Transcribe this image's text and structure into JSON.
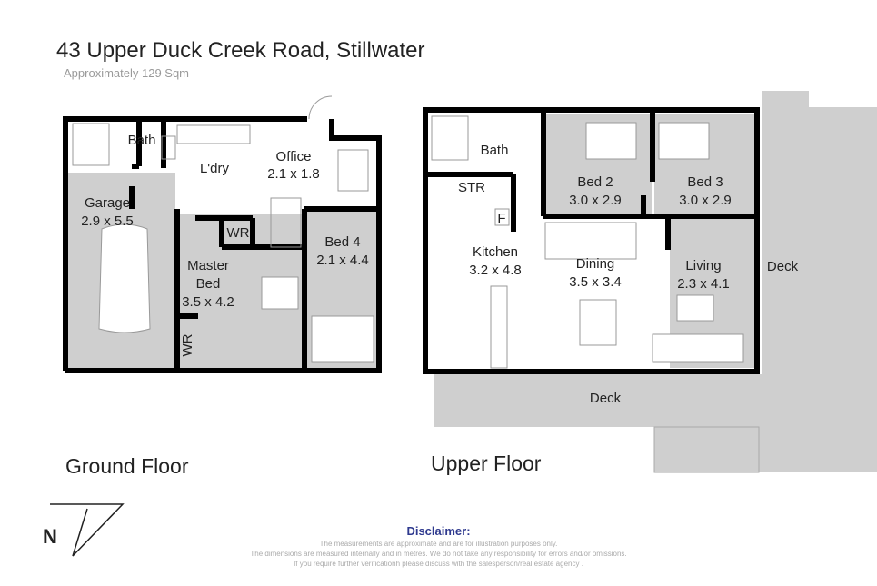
{
  "header": {
    "title": "43 Upper Duck Creek Road, Stillwater",
    "subtitle": "Approximately 129 Sqm"
  },
  "ground_floor": {
    "label": "Ground Floor",
    "rooms": {
      "bath": "Bath",
      "laundry": "L'dry",
      "office": "Office",
      "office_size": "2.1 x 1.8",
      "garage": "Garage",
      "garage_size": "2.9 x 5.5",
      "wr1": "WR",
      "wr2": "WR",
      "master": "Master",
      "master2": "Bed",
      "master_size": "3.5 x 4.2",
      "bed4": "Bed 4",
      "bed4_size": "2.1 x 4.4"
    }
  },
  "upper_floor": {
    "label": "Upper Floor",
    "rooms": {
      "bath": "Bath",
      "str": "STR",
      "fridge": "F",
      "bed2": "Bed 2",
      "bed2_size": "3.0 x 2.9",
      "bed3": "Bed 3",
      "bed3_size": "3.0 x 2.9",
      "kitchen": "Kitchen",
      "kitchen_size": "3.2 x 4.8",
      "dining": "Dining",
      "dining_size": "3.5 x 3.4",
      "living": "Living",
      "living_size": "2.3 x 4.1",
      "deck_side": "Deck",
      "deck_bottom": "Deck"
    }
  },
  "compass": {
    "label": "N"
  },
  "disclaimer": {
    "heading": "Disclaimer:",
    "lines": [
      "The measurements are approximate and are for illustration purposes only.",
      "The dimensions are measured internally and in metres. We do not take any responsibility for errors and/or omissions.",
      "If you require further verificationh please discuss with the salesperson/real estate agency ."
    ]
  },
  "colors": {
    "wall": "#000000",
    "room_fill": "#cfcfcf",
    "disclaimer_heading": "#2f3a8f"
  }
}
